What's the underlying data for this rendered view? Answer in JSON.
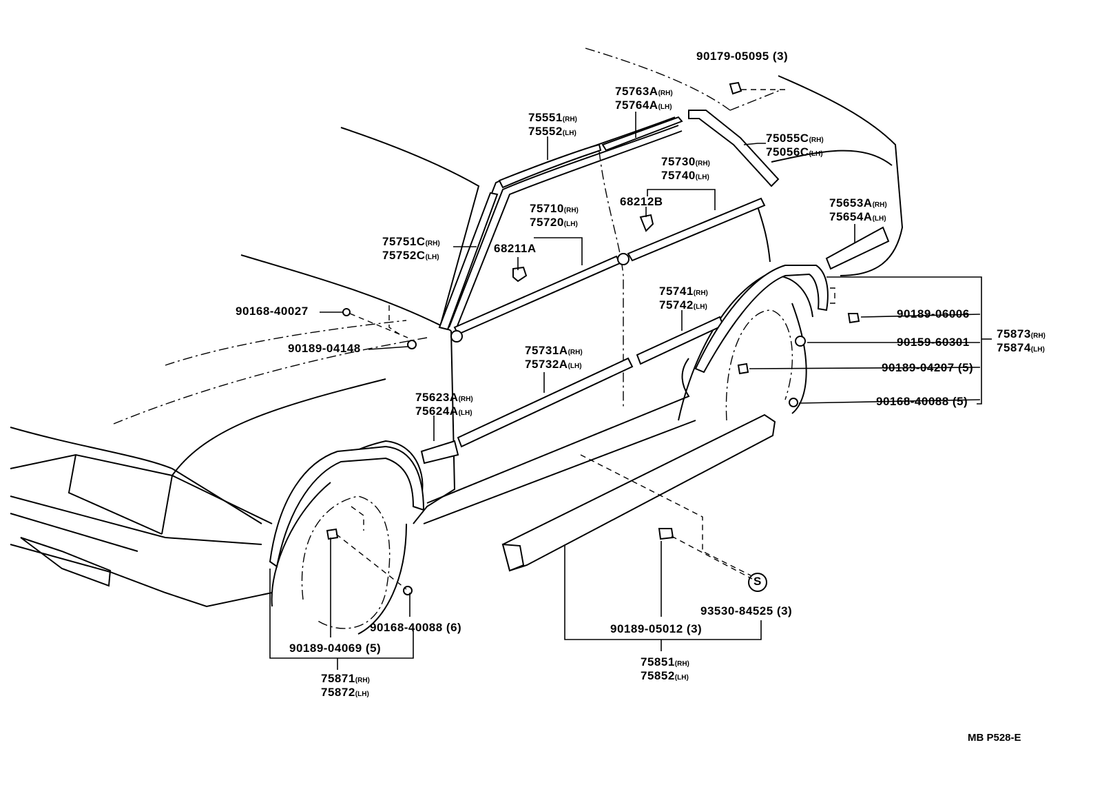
{
  "diagram": {
    "code": "MB  P528-E",
    "labels": {
      "p90179_05095": "90179-05095 (3)",
      "p75763A": "75763A",
      "p75764A": "75764A",
      "p75551": "75551",
      "p75552": "75552",
      "p75055C": "75055C",
      "p75056C": "75056C",
      "p75730": "75730",
      "p75740": "75740",
      "p68212B": "68212B",
      "p75710": "75710",
      "p75720": "75720",
      "p68211A": "68211A",
      "p75653A": "75653A",
      "p75654A": "75654A",
      "p75751C": "75751C",
      "p75752C": "75752C",
      "p90168_40027": "90168-40027",
      "p90189_04148": "90189-04148",
      "p75741": "75741",
      "p75742": "75742",
      "p90189_06006": "90189-06006",
      "p90159_60301": "90159-60301",
      "p75873": "75873",
      "p75874": "75874",
      "p90189_04207": "90189-04207 (5)",
      "p75731A": "75731A",
      "p75732A": "75732A",
      "p90168_40088_5": "90168-40088 (5)",
      "p75623A": "75623A",
      "p75624A": "75624A",
      "p90168_40088_6": "90168-40088 (6)",
      "p90189_04069": "90189-04069 (5)",
      "p75871": "75871",
      "p75872": "75872",
      "p90189_05012": "90189-05012 (3)",
      "p93530_84525": "93530-84525 (3)",
      "p75851": "75851",
      "p75852": "75852",
      "s_marker": "S"
    },
    "side": {
      "rh": "(RH)",
      "lh": "(LH)"
    }
  }
}
